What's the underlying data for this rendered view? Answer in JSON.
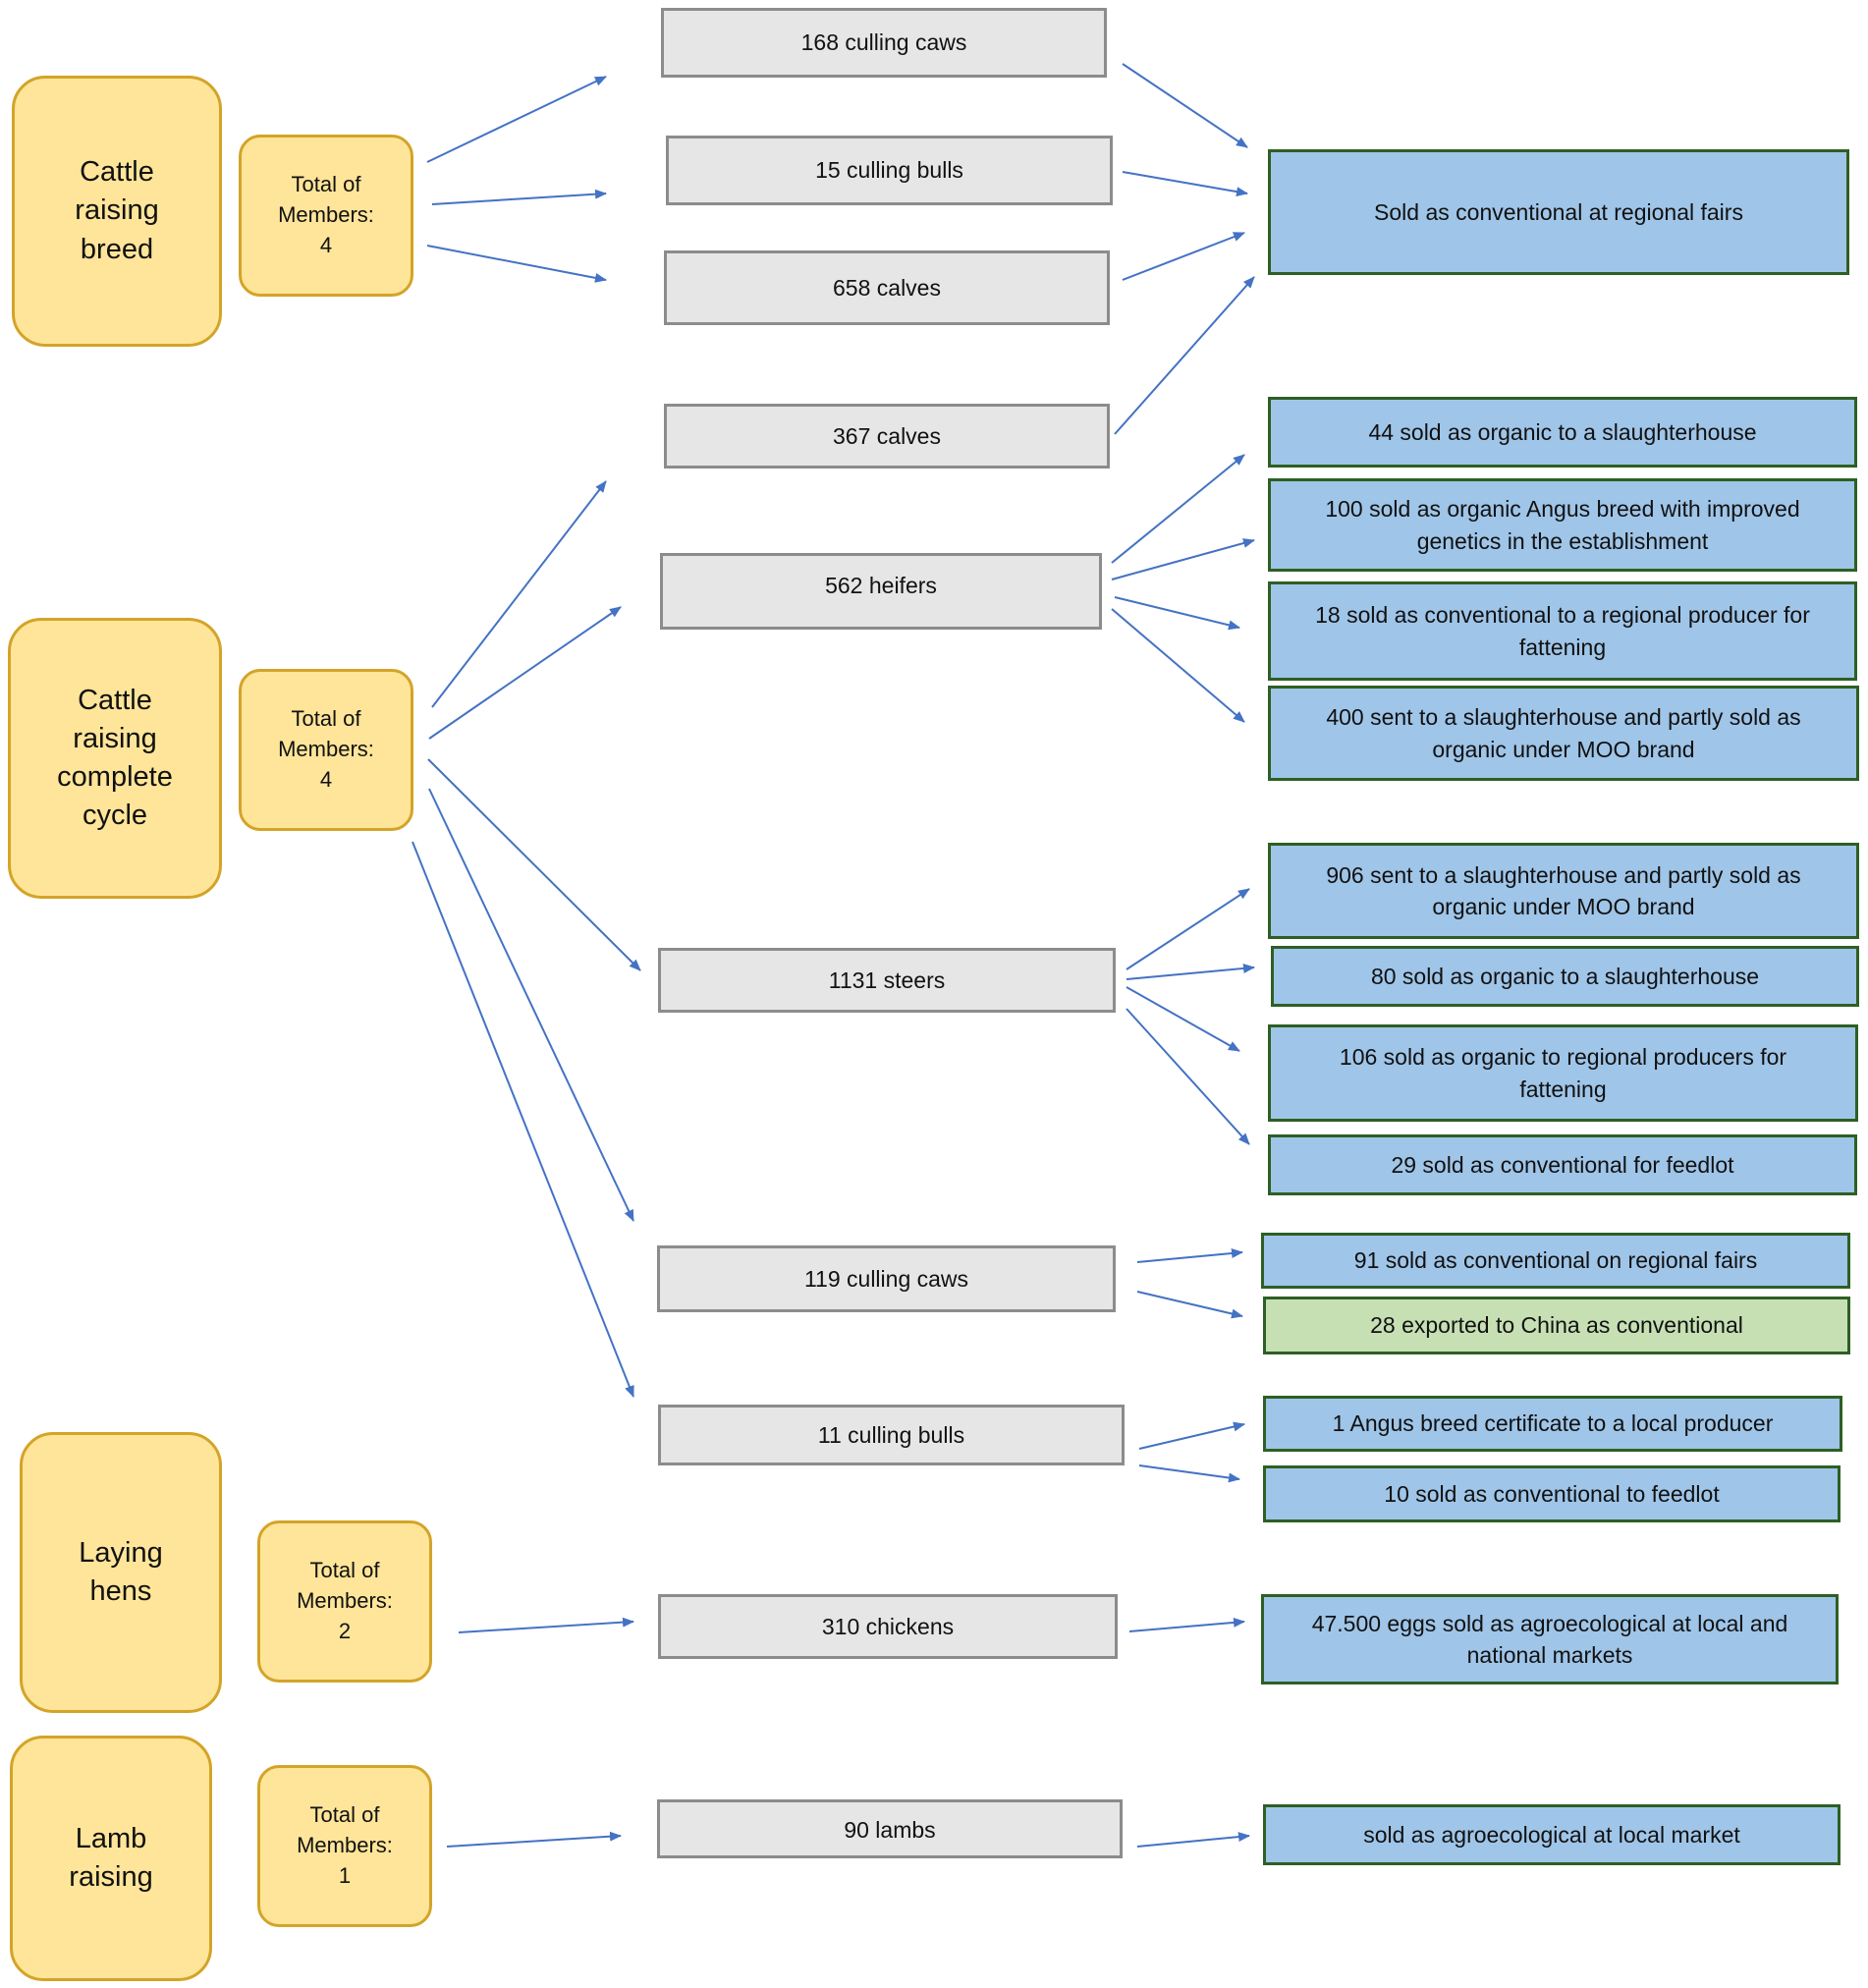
{
  "categories": {
    "breed": "Cattle raising breed",
    "complete": "Cattle raising complete cycle",
    "hens": "Laying hens",
    "lamb": "Lamb raising"
  },
  "members": {
    "breed": "Total of Members: 4",
    "complete": "Total of Members: 4",
    "hens": "Total of Members: 2",
    "lamb": "Total of Members: 1"
  },
  "items": {
    "caws_168": "168 culling caws",
    "bulls_15": "15 culling bulls",
    "calves_658": "658 calves",
    "calves_367": "367 calves",
    "heifers_562": "562 heifers",
    "steers_1131": "1131 steers",
    "caws_119": "119 culling caws",
    "bulls_11": "11 culling bulls",
    "chickens_310": "310 chickens",
    "lambs_90": "90 lambs"
  },
  "outcomes": {
    "regional_fairs": "Sold as conventional at regional fairs",
    "heifers_organic_slaughter": "44 sold as organic to a slaughterhouse",
    "heifers_angus": "100 sold as organic Angus breed with improved genetics in the establishment",
    "heifers_fattening": "18 sold as conventional to a regional producer for fattening",
    "heifers_moo": "400 sent to a slaughterhouse and partly sold as organic under MOO brand",
    "steers_moo": "906 sent to a slaughterhouse and partly sold as organic under MOO brand",
    "steers_organic_slaughter": "80 sold as organic to a slaughterhouse",
    "steers_fattening": "106 sold as organic to regional producers for fattening",
    "steers_feedlot": "29 sold as conventional for feedlot",
    "caws_fairs": "91 sold as conventional on regional fairs",
    "caws_china": "28 exported  to China as conventional",
    "bulls_angus": "1 Angus breed certificate to a local producer",
    "bulls_feedlot": "10 sold as conventional to feedlot",
    "eggs": "47.500 eggs sold as agroecological at local and national markets",
    "lamb_market": "sold as agroecological at local market"
  },
  "colors": {
    "category_fill": "#ffe599",
    "category_border": "#d3a428",
    "item_fill": "#e6e6e6",
    "item_border": "#8c8c8c",
    "outcome_fill": "#9fc5e8",
    "outcome_border": "#2e5f24",
    "export_fill": "#c6e0b4",
    "arrow": "#4472c4"
  }
}
